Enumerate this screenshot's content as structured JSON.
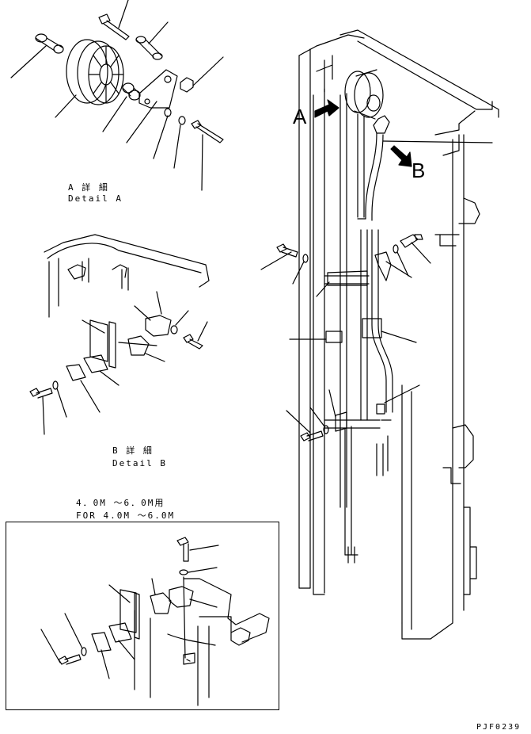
{
  "detail_a": {
    "jp": "A 詳 細",
    "en": "Detail A"
  },
  "detail_b": {
    "jp": "B 詳 細",
    "en": "Detail B"
  },
  "variant": {
    "jp": "4．0M ～6．0M用",
    "en": "FOR 4.0M ～6.0M"
  },
  "callouts": {
    "a": "A",
    "b": "B"
  },
  "drawing_code": "PJF0239"
}
